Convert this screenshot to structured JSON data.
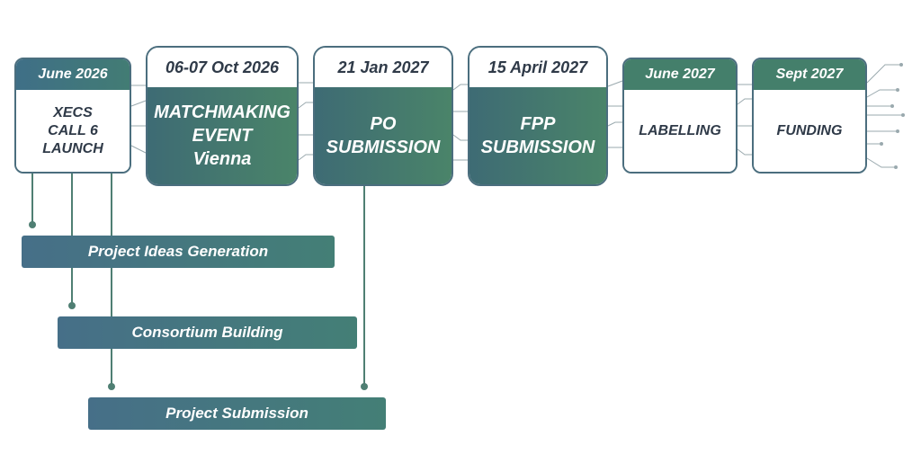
{
  "milestones": [
    {
      "date": "June 2026",
      "lines": [
        "XECS",
        "CALL 6",
        "LAUNCH"
      ]
    },
    {
      "date": "06-07 Oct 2026",
      "lines": [
        "MATCHMAKING",
        "EVENT",
        "Vienna"
      ]
    },
    {
      "date": "21 Jan 2027",
      "lines": [
        "PO",
        "SUBMISSION"
      ]
    },
    {
      "date": "15 April 2027",
      "lines": [
        "FPP",
        "SUBMISSION"
      ]
    },
    {
      "date": "June 2027",
      "lines": [
        "LABELLING"
      ]
    },
    {
      "date": "Sept 2027",
      "lines": [
        "FUNDING"
      ]
    }
  ],
  "phases": [
    {
      "label": "Project Ideas Generation"
    },
    {
      "label": "Consortium Building"
    },
    {
      "label": "Project Submission"
    }
  ],
  "colors": {
    "primary_blue": "#466f88",
    "primary_green": "#447f6b",
    "connector": "#4f7f73",
    "text_dark": "#2f3a48"
  }
}
